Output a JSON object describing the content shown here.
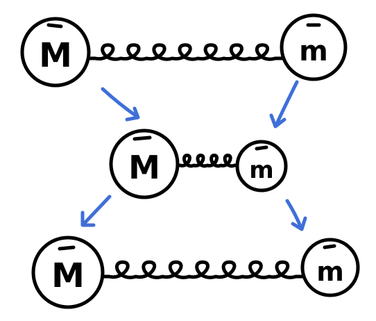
{
  "diagram": {
    "colors": {
      "ink": "#000000",
      "arrow": "#3f6fd8",
      "background": "#ffffff"
    },
    "rows": [
      {
        "left_label": "M",
        "right_label": "m",
        "spring_coils": 7
      },
      {
        "left_label": "M",
        "right_label": "m",
        "spring_coils": 4
      },
      {
        "left_label": "M",
        "right_label": "m",
        "spring_coils": 7
      }
    ]
  }
}
